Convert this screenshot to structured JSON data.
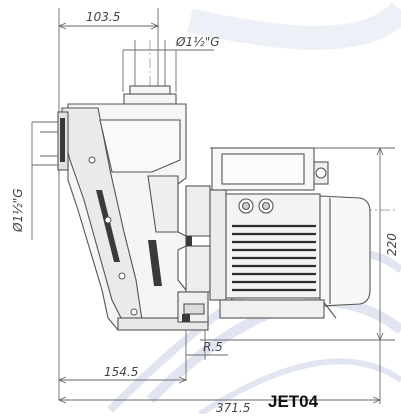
{
  "drawing": {
    "model": "JET04",
    "dims": {
      "top_width": "103.5",
      "outlet_thread": "Ø1½\"G",
      "inlet_thread": "Ø1½\"G",
      "height": "220",
      "base_offset": "R.5",
      "foot_width": "154.5",
      "overall_length": "371.5"
    }
  },
  "colors": {
    "line": "#555555",
    "dim_line": "#6a6a6a",
    "watermark": "#dfe3f1",
    "body_fill": "#f4f4f4",
    "dark_fill": "#3a3a3a"
  }
}
